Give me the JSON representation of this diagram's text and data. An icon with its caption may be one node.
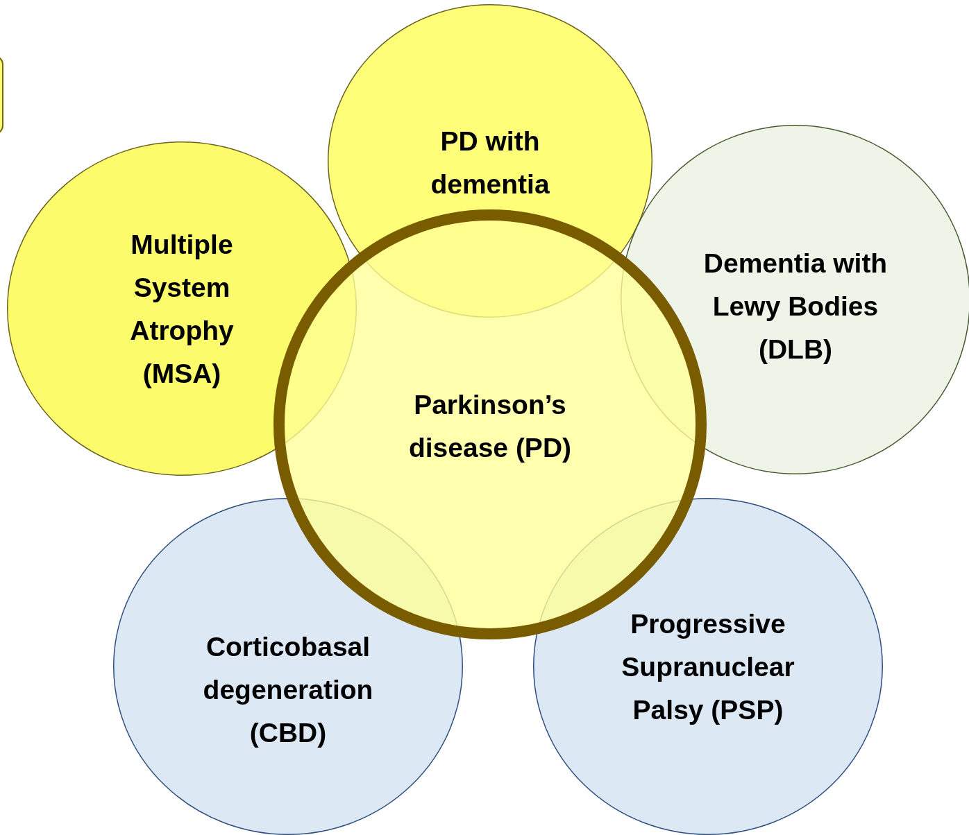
{
  "diagram": {
    "nodes": [
      {
        "text": [],
        "shape": "box"
      },
      {
        "text": [
          "PD with dementia"
        ]
      },
      {
        "text": [
          "Multiple System Atrophy (MSA)"
        ]
      },
      {
        "text": [
          "Dementia with Lewy Bodies (DLB)"
        ]
      },
      {
        "text": [
          "Parkinson’s disease (PD)"
        ]
      },
      {
        "text": [
          "Corticobasal degeneration (CBD)"
        ]
      },
      {
        "text": [
          "Progressive Supranuclear Palsy (PSP)"
        ]
      }
    ]
  }
}
